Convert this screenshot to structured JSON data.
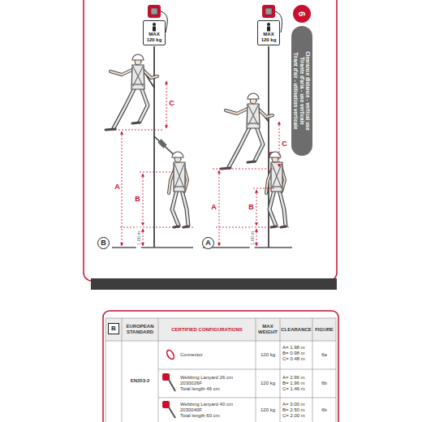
{
  "diagram": {
    "nodes": [
      {
        "text": [
          "6"
        ]
      },
      {
        "text": [
          "Clearance distance - vertical use",
          "Tirante d'aria - uso verticale",
          "Tirant d'air - utilisation verticale"
        ]
      },
      {
        "text": [
          "MAX 120 kg"
        ]
      },
      {
        "text": [
          "MAX 120 kg"
        ]
      },
      {
        "text": [
          "B"
        ]
      },
      {
        "text": [
          "A"
        ]
      },
      {
        "text": [
          "B"
        ]
      }
    ],
    "labels": [
      "C",
      "B",
      "A",
      "1.00 m",
      "C",
      "B",
      "A",
      "1.00 m",
      "EUROPEAN STANDARD",
      "CERTIFIED CONFIGURATIONS",
      "MAX WEIGHT",
      "CLEARANCE",
      "FIGURE",
      "EN353-2",
      "Connector",
      "120 kg",
      "A= 1.98 m",
      "B= 0.98 m",
      "C= 0.48 m",
      "6a",
      "Webbing Lanyard 26 cm",
      "2030026F",
      "Total length 46 cm",
      "120 kg",
      "A= 2.96 m",
      "B= 1.96 m",
      "C= 1.46 m",
      "6b",
      "Webbing Lanyard 40 cm",
      "2030040F",
      "Total length 60 cm",
      "120 kg",
      "A= 3.00 m",
      "B= 2.50 m",
      "C= 2.00 m",
      "6b"
    ]
  }
}
